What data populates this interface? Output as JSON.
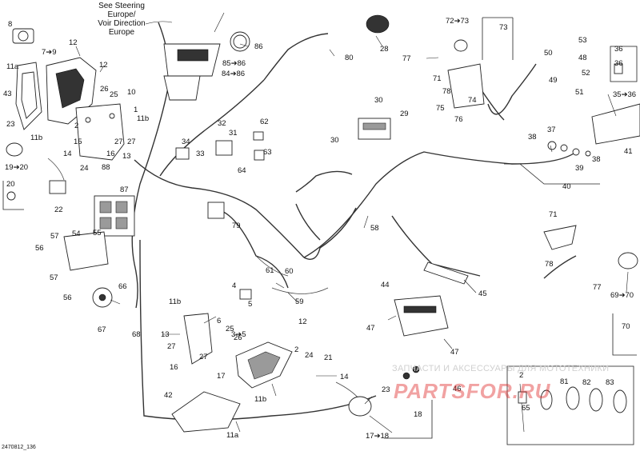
{
  "callout_note": {
    "lines": [
      "See Steering",
      "Europe/",
      "Voir Direction",
      "Europe"
    ]
  },
  "part_numbers": [
    {
      "id": "p8",
      "text": "8"
    },
    {
      "id": "p7to9",
      "text": "7➔9"
    },
    {
      "id": "p12a",
      "text": "12"
    },
    {
      "id": "p12b",
      "text": "12"
    },
    {
      "id": "p11a",
      "text": "11a"
    },
    {
      "id": "p43",
      "text": "43"
    },
    {
      "id": "p26a",
      "text": "26"
    },
    {
      "id": "p25a",
      "text": "25"
    },
    {
      "id": "p10",
      "text": "10"
    },
    {
      "id": "p1",
      "text": "1"
    },
    {
      "id": "p11b_a",
      "text": "11b"
    },
    {
      "id": "p2a",
      "text": "2"
    },
    {
      "id": "p27a",
      "text": "27"
    },
    {
      "id": "p16a",
      "text": "16"
    },
    {
      "id": "p27b",
      "text": "27"
    },
    {
      "id": "p13a",
      "text": "13"
    },
    {
      "id": "p11b_b",
      "text": "11b"
    },
    {
      "id": "p15",
      "text": "15"
    },
    {
      "id": "p23a",
      "text": "23"
    },
    {
      "id": "p14a",
      "text": "14"
    },
    {
      "id": "p19to20",
      "text": "19➔20"
    },
    {
      "id": "p20",
      "text": "20"
    },
    {
      "id": "p24a",
      "text": "24"
    },
    {
      "id": "p22",
      "text": "22"
    },
    {
      "id": "p88",
      "text": "88"
    },
    {
      "id": "p87",
      "text": "87"
    },
    {
      "id": "p34",
      "text": "34"
    },
    {
      "id": "p32",
      "text": "32"
    },
    {
      "id": "p31",
      "text": "31"
    },
    {
      "id": "p33",
      "text": "33"
    },
    {
      "id": "p62",
      "text": "62"
    },
    {
      "id": "p63",
      "text": "63"
    },
    {
      "id": "p64",
      "text": "64"
    },
    {
      "id": "p79",
      "text": "79"
    },
    {
      "id": "p86",
      "text": "86"
    },
    {
      "id": "p85to86",
      "text": "85➔86"
    },
    {
      "id": "p84to86",
      "text": "84➔86"
    },
    {
      "id": "p80",
      "text": "80"
    },
    {
      "id": "p28",
      "text": "28"
    },
    {
      "id": "p30a",
      "text": "30"
    },
    {
      "id": "p29",
      "text": "29"
    },
    {
      "id": "p30b",
      "text": "30"
    },
    {
      "id": "p72to73",
      "text": "72➔73"
    },
    {
      "id": "p73",
      "text": "73"
    },
    {
      "id": "p77a",
      "text": "77"
    },
    {
      "id": "p71a",
      "text": "71"
    },
    {
      "id": "p78a",
      "text": "78"
    },
    {
      "id": "p75",
      "text": "75"
    },
    {
      "id": "p74",
      "text": "74"
    },
    {
      "id": "p76",
      "text": "76"
    },
    {
      "id": "p53",
      "text": "53"
    },
    {
      "id": "p50",
      "text": "50"
    },
    {
      "id": "p48",
      "text": "48"
    },
    {
      "id": "p49",
      "text": "49"
    },
    {
      "id": "p52",
      "text": "52"
    },
    {
      "id": "p51",
      "text": "51"
    },
    {
      "id": "p36a",
      "text": "36"
    },
    {
      "id": "p36b",
      "text": "36"
    },
    {
      "id": "p35to36",
      "text": "35➔36"
    },
    {
      "id": "p37",
      "text": "37"
    },
    {
      "id": "p38a",
      "text": "38"
    },
    {
      "id": "p41",
      "text": "41"
    },
    {
      "id": "p39",
      "text": "39"
    },
    {
      "id": "p38b",
      "text": "38"
    },
    {
      "id": "p40",
      "text": "40"
    },
    {
      "id": "p57a",
      "text": "57"
    },
    {
      "id": "p54",
      "text": "54"
    },
    {
      "id": "p55",
      "text": "55"
    },
    {
      "id": "p56a",
      "text": "56"
    },
    {
      "id": "p57b",
      "text": "57"
    },
    {
      "id": "p56b",
      "text": "56"
    },
    {
      "id": "p66",
      "text": "66"
    },
    {
      "id": "p67",
      "text": "67"
    },
    {
      "id": "p68",
      "text": "68"
    },
    {
      "id": "p58",
      "text": "58"
    },
    {
      "id": "p4",
      "text": "4"
    },
    {
      "id": "p61",
      "text": "61"
    },
    {
      "id": "p60",
      "text": "60"
    },
    {
      "id": "p5",
      "text": "5"
    },
    {
      "id": "p59",
      "text": "59"
    },
    {
      "id": "p44",
      "text": "44"
    },
    {
      "id": "p45",
      "text": "45"
    },
    {
      "id": "p47a",
      "text": "47"
    },
    {
      "id": "p47b",
      "text": "47"
    },
    {
      "id": "p71b",
      "text": "71"
    },
    {
      "id": "p78b",
      "text": "78"
    },
    {
      "id": "p77b",
      "text": "77"
    },
    {
      "id": "p69to70",
      "text": "69➔70"
    },
    {
      "id": "p70",
      "text": "70"
    },
    {
      "id": "p11b_c",
      "text": "11b"
    },
    {
      "id": "p6",
      "text": "6"
    },
    {
      "id": "p13b",
      "text": "13"
    },
    {
      "id": "p25b",
      "text": "25"
    },
    {
      "id": "p27c",
      "text": "27"
    },
    {
      "id": "p3to5",
      "text": "3➔5"
    },
    {
      "id": "p26b",
      "text": "26"
    },
    {
      "id": "p12c",
      "text": "12"
    },
    {
      "id": "p16b",
      "text": "16"
    },
    {
      "id": "p27d",
      "text": "27"
    },
    {
      "id": "p17a",
      "text": "17"
    },
    {
      "id": "p2b",
      "text": "2"
    },
    {
      "id": "p24b",
      "text": "24"
    },
    {
      "id": "p21",
      "text": "21"
    },
    {
      "id": "p14b",
      "text": "14"
    },
    {
      "id": "p11b_d",
      "text": "11b"
    },
    {
      "id": "p42",
      "text": "42"
    },
    {
      "id": "p11a_b",
      "text": "11a"
    },
    {
      "id": "p23b",
      "text": "23"
    },
    {
      "id": "p46",
      "text": "46"
    },
    {
      "id": "p17to18",
      "text": "17➔18"
    },
    {
      "id": "p18",
      "text": "18"
    },
    {
      "id": "p2c",
      "text": "2"
    },
    {
      "id": "p65",
      "text": "65"
    },
    {
      "id": "p81",
      "text": "81"
    },
    {
      "id": "p82",
      "text": "82"
    },
    {
      "id": "p83",
      "text": "83"
    }
  ],
  "watermark": {
    "tagline": "ЗАПЧАСТИ И АКСЕССУАРЫ ДЛЯ МОТОТЕХНИКИ",
    "logo_text": "PARTSFOR.RU"
  },
  "footer": {
    "drawing_code": "2470812_136"
  },
  "colors": {
    "ink": "#111111",
    "logo_red": "#e03030",
    "watermark_gray": "#d0d0d0"
  }
}
